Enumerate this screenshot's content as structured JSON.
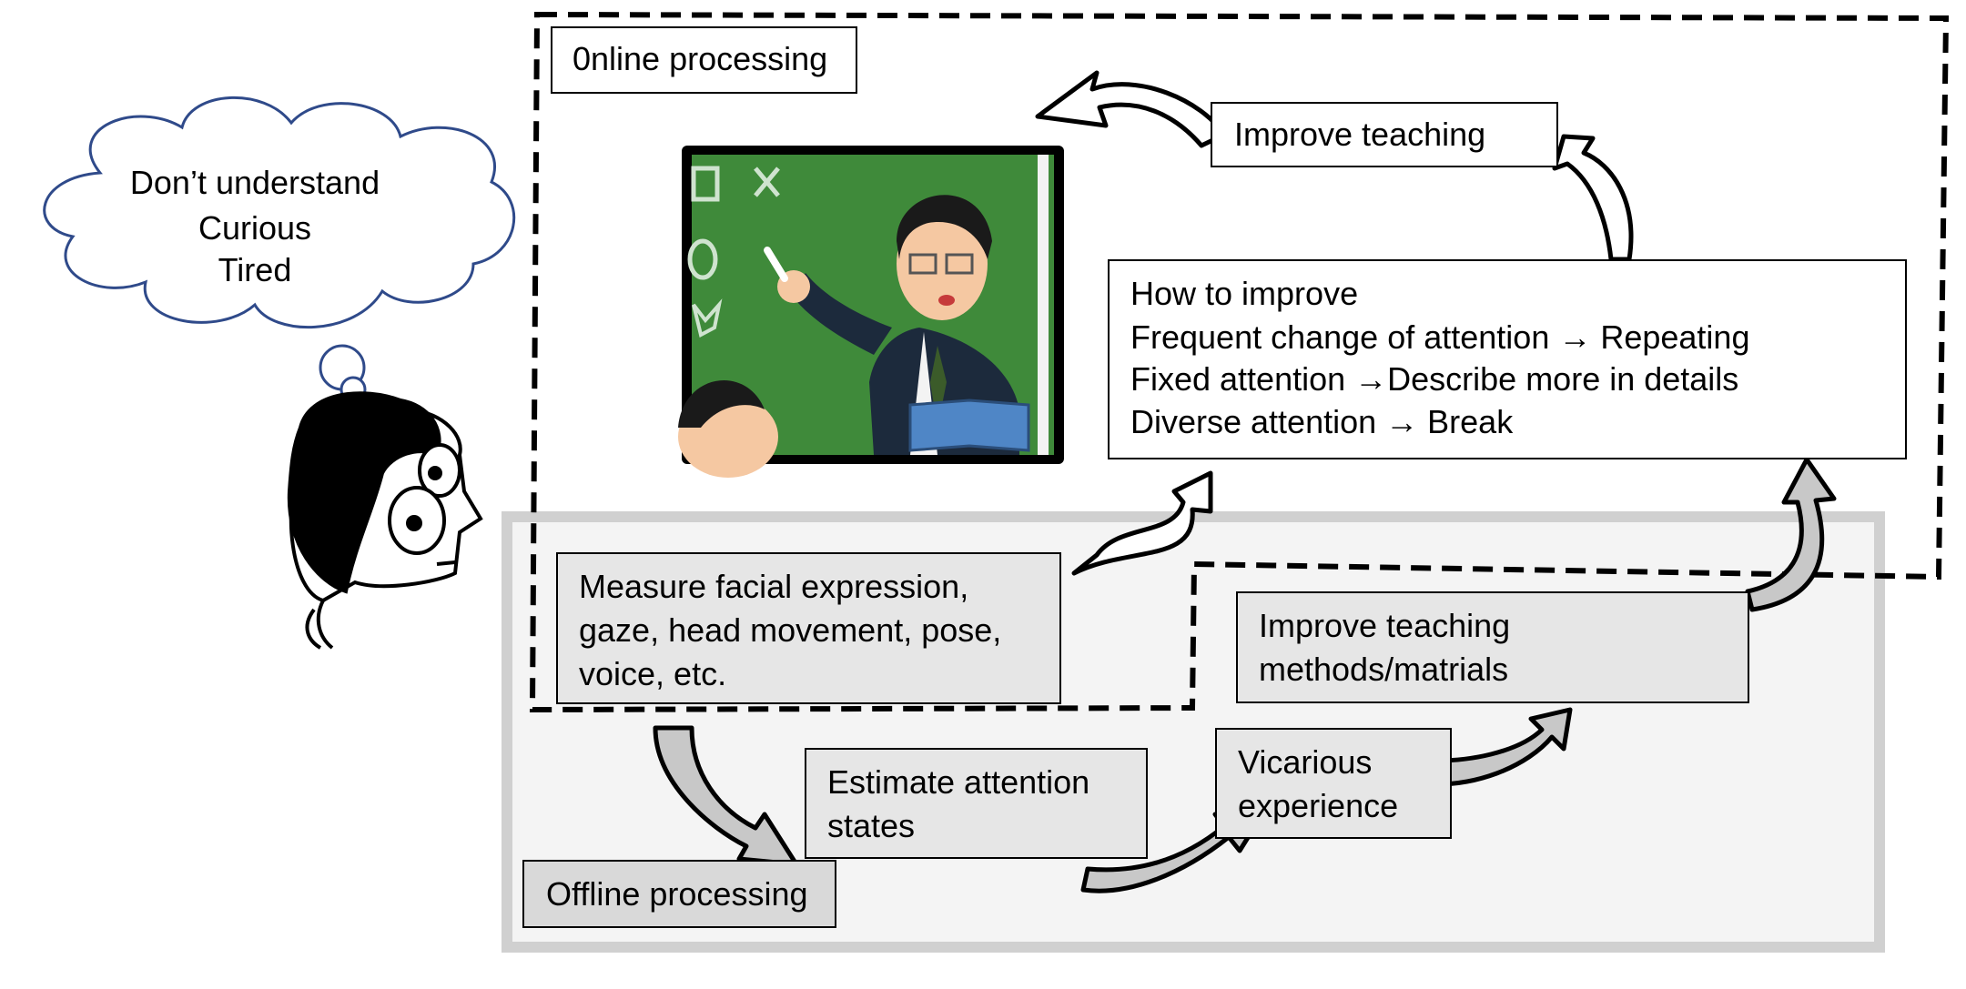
{
  "cloud": {
    "lines": [
      "Don’t understand",
      "Curious",
      "Tired"
    ]
  },
  "online": {
    "label": "0nline processing"
  },
  "offline": {
    "label": "Offline processing"
  },
  "improve_teaching": {
    "label": "Improve teaching"
  },
  "how_to_improve": {
    "lines": [
      "How to improve",
      "Frequent change of attention → Repeating",
      "Fixed attention →Describe more in details",
      "Diverse attention → Break"
    ]
  },
  "measure": {
    "lines": [
      "Measure facial expression,",
      "gaze, head movement, pose,",
      "voice, etc."
    ]
  },
  "estimate": {
    "lines": [
      "Estimate attention",
      "states"
    ]
  },
  "vicarious": {
    "lines": [
      "Vicarious",
      "experience"
    ]
  },
  "improve_methods": {
    "lines": [
      "Improve teaching",
      "methods/matrials"
    ]
  },
  "colors": {
    "cloud_stroke": "#2f4a8a",
    "offline_panel": "#f4f4f4",
    "offline_border": "#d0d0d0",
    "box_gray": "#e6e6e6",
    "arrow_fill": "#c8c8c8",
    "chalkboard": "#3f8a3a"
  }
}
